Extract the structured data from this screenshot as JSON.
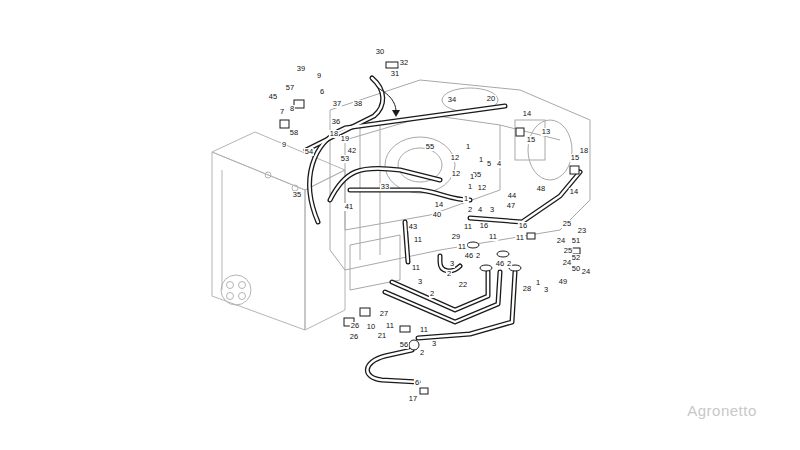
{
  "diagram": {
    "labels": [
      "30",
      "32",
      "31",
      "39",
      "9",
      "57",
      "45",
      "6",
      "37",
      "38",
      "7",
      "8",
      "36",
      "34",
      "20",
      "14",
      "13",
      "15",
      "58",
      "18",
      "19",
      "54",
      "42",
      "53",
      "9",
      "55",
      "1",
      "12",
      "1",
      "5",
      "4",
      "18",
      "55",
      "12",
      "1",
      "1",
      "12",
      "33",
      "15",
      "35",
      "48",
      "14",
      "44",
      "14",
      "1",
      "2",
      "4",
      "3",
      "47",
      "41",
      "40",
      "43",
      "29",
      "11",
      "16",
      "16",
      "25",
      "23",
      "24",
      "51",
      "11",
      "11",
      "11",
      "11",
      "46",
      "2",
      "46",
      "2",
      "25",
      "52",
      "3",
      "2",
      "24",
      "50",
      "24",
      "49",
      "11",
      "22",
      "28",
      "1",
      "3",
      "3",
      "2",
      "27",
      "10",
      "26",
      "11",
      "26",
      "21",
      "11",
      "56",
      "3",
      "2",
      "6",
      "17",
      "Agronetto"
    ]
  }
}
